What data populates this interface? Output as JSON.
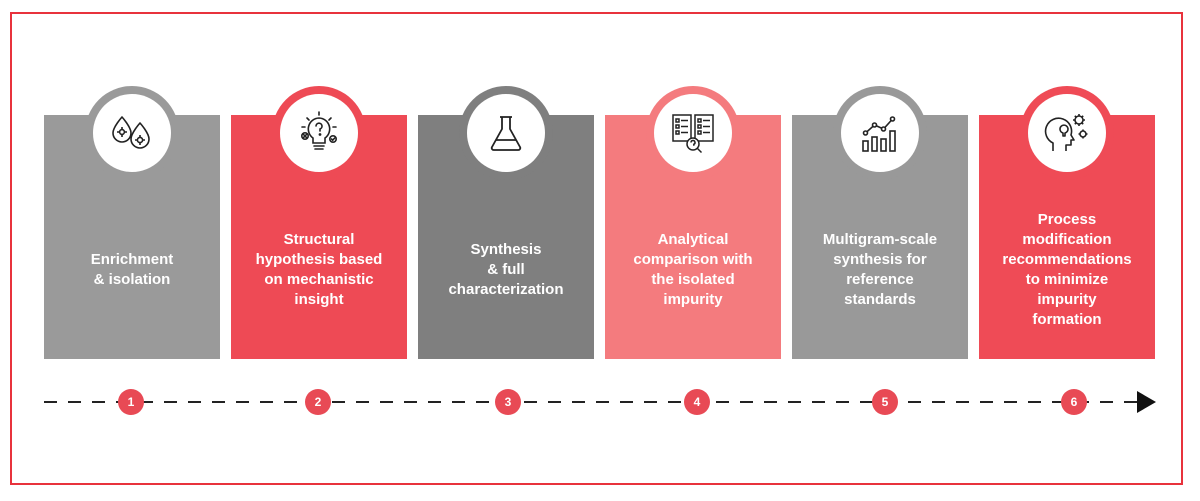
{
  "colors": {
    "frame": "#e8323c",
    "gray_light": "#9a9a9a",
    "red": "#ee4a55",
    "gray_dark": "#7f7f7f",
    "pink": "#f47b7e",
    "gray_mid": "#999999",
    "red_bright": "#ef4b56",
    "badge": "#e84a55",
    "line": "#222222"
  },
  "steps": [
    {
      "number": "1",
      "text": "Enrichment\n& isolation",
      "icon": "droplets-icon",
      "color": "#9a9a9a"
    },
    {
      "number": "2",
      "text": "Structural\nhypothesis based\non mechanistic\ninsight",
      "icon": "lightbulb-question-icon",
      "color": "#ee4a55"
    },
    {
      "number": "3",
      "text": "Synthesis\n& full\ncharacterization",
      "icon": "flask-icon",
      "color": "#7f7f7f"
    },
    {
      "number": "4",
      "text": "Analytical\ncomparison with\nthe isolated\nimpurity",
      "icon": "checklist-question-icon",
      "color": "#f47b7e"
    },
    {
      "number": "5",
      "text": "Multigram-scale\nsynthesis for\nreference\nstandards",
      "icon": "bar-chart-growth-icon",
      "color": "#999999"
    },
    {
      "number": "6",
      "text": "Process\nmodification\nrecommendations\nto minimize\nimpurity\nformation",
      "icon": "head-gears-icon",
      "color": "#ef4b56"
    }
  ]
}
